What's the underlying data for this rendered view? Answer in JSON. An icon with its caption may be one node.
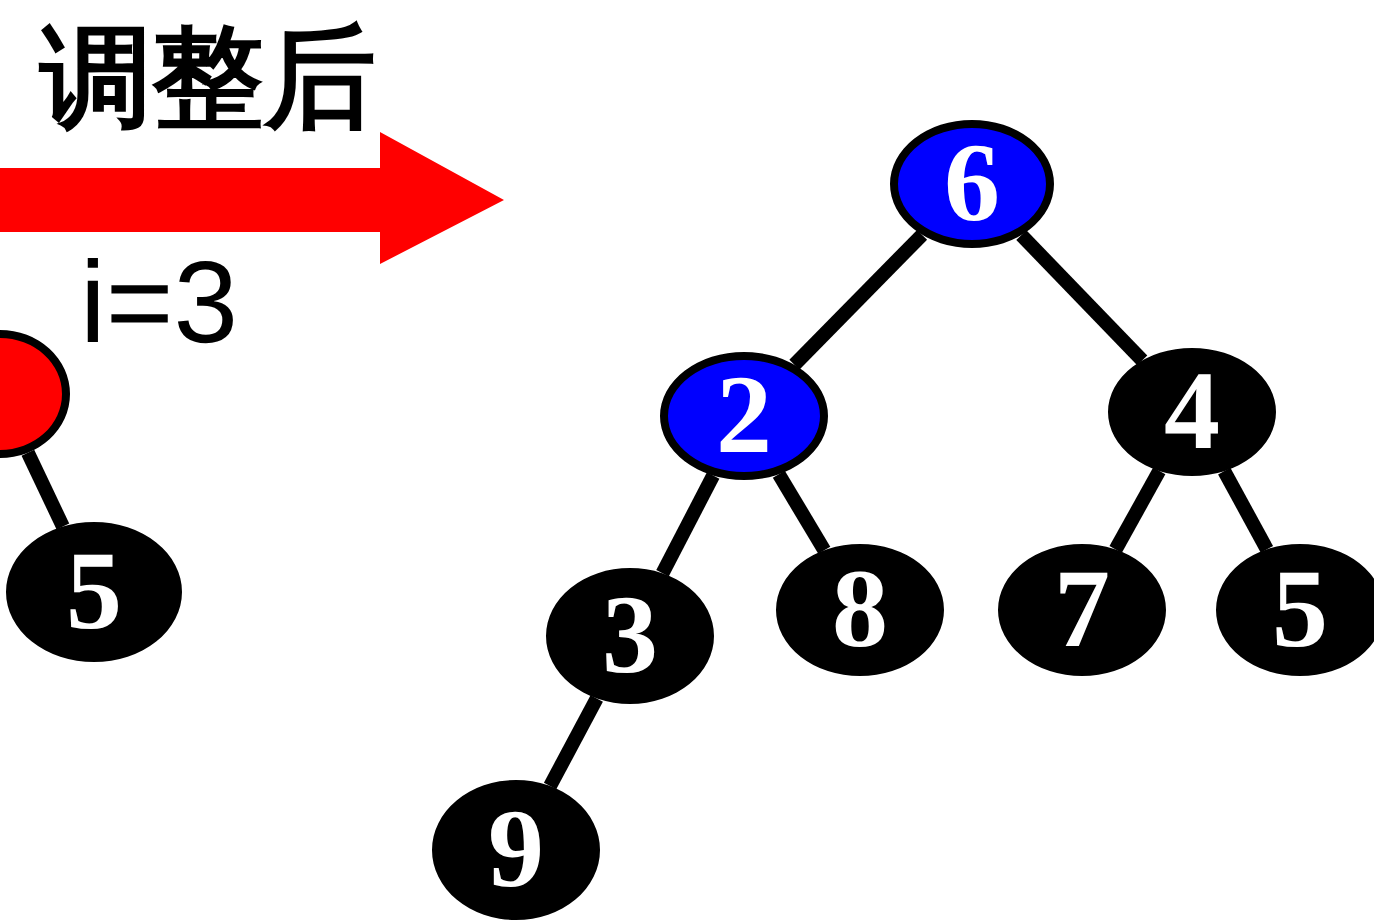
{
  "diagram": {
    "title": "调整后",
    "nodes": [
      {
        "text": [],
        "shape": "circle"
      },
      {
        "text": [
          "5"
        ]
      },
      {
        "text": [
          "6"
        ]
      },
      {
        "text": [
          "2"
        ]
      },
      {
        "text": [
          "4"
        ]
      },
      {
        "text": [
          "3"
        ]
      },
      {
        "text": [
          "8"
        ]
      },
      {
        "text": [
          "7"
        ]
      },
      {
        "text": [
          "5"
        ]
      },
      {
        "text": [
          "9"
        ]
      }
    ],
    "edges": [
      {
        "from": 0,
        "to": 1,
        "arrow": "none"
      },
      {
        "from": 2,
        "to": 3,
        "arrow": "none"
      },
      {
        "from": 2,
        "to": 4,
        "arrow": "none"
      },
      {
        "from": 3,
        "to": 5,
        "arrow": "none"
      },
      {
        "from": 3,
        "to": 6,
        "arrow": "none"
      },
      {
        "from": 4,
        "to": 7,
        "arrow": "none"
      },
      {
        "from": 4,
        "to": 8,
        "arrow": "none"
      },
      {
        "from": 5,
        "to": 9,
        "arrow": "none"
      }
    ],
    "labels": [
      "i=3"
    ]
  }
}
